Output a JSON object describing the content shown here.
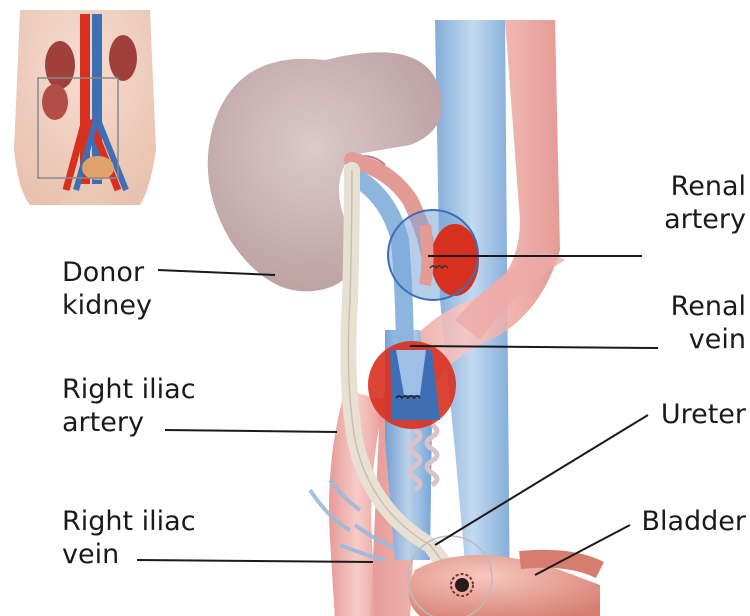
{
  "labels": {
    "donor_kidney": [
      "Donor",
      "kidney"
    ],
    "renal_artery": [
      "Renal",
      "artery"
    ],
    "renal_vein": [
      "Renal",
      "vein"
    ],
    "right_iliac_artery": [
      "Right iliac",
      "artery"
    ],
    "right_iliac_vein": [
      "Right iliac",
      "vein"
    ],
    "ureter": [
      "Ureter"
    ],
    "bladder": [
      "Bladder"
    ]
  },
  "colors": {
    "kidney": "#cfb8b8",
    "artery_pink": "#eeaaa6",
    "artery_red": "#d8301f",
    "vein_blue": "#8db6df",
    "vein_dark": "#3e6fb4",
    "ureter": "#e8e1d3",
    "bladder": "#e79c90",
    "leader_line": "#1a1a1a"
  }
}
